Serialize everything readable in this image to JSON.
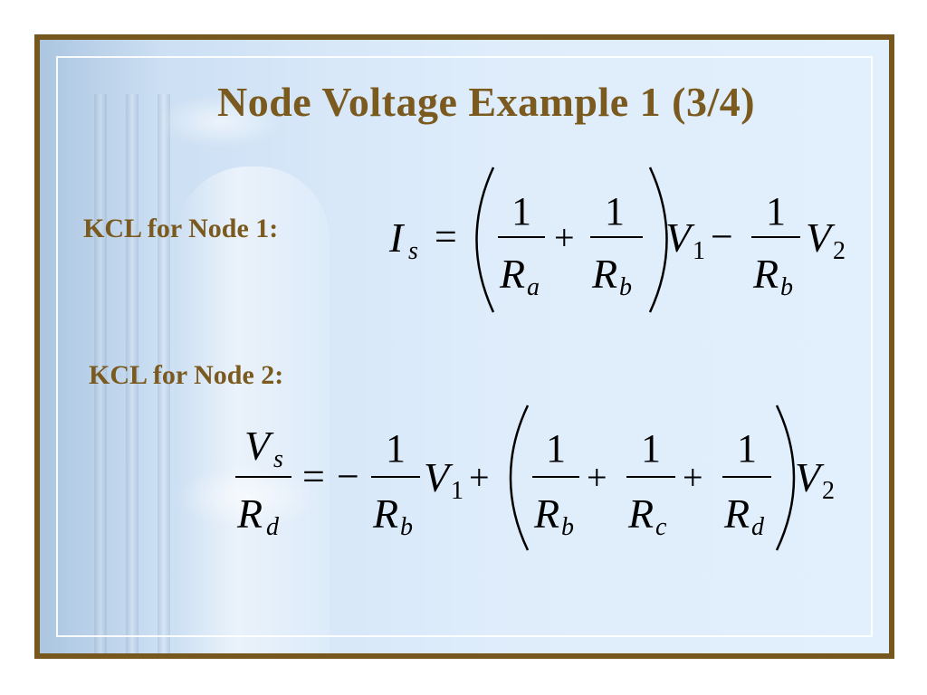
{
  "slide": {
    "title": "Node Voltage Example 1 (3/4)",
    "node1_label": "KCL for Node 1:",
    "node2_label": "KCL for Node 2:"
  },
  "equation1": {
    "lhs_var": "I",
    "lhs_sub": "s",
    "eq": "=",
    "frac1_num": "1",
    "frac1_den": "R",
    "frac1_sub": "a",
    "plus": "+",
    "frac2_num": "1",
    "frac2_den": "R",
    "frac2_sub": "b",
    "v1": "V",
    "v1_sub": "1",
    "minus": "−",
    "frac3_num": "1",
    "frac3_den": "R",
    "frac3_sub": "b",
    "v2": "V",
    "v2_sub": "2"
  },
  "equation2": {
    "lhs_num": "V",
    "lhs_num_sub": "s",
    "lhs_den": "R",
    "lhs_den_sub": "d",
    "eq": "=",
    "neg": "−",
    "frac1_num": "1",
    "frac1_den": "R",
    "frac1_sub": "b",
    "v1": "V",
    "v1_sub": "1",
    "plus1": "+",
    "frac2_num": "1",
    "frac2_den": "R",
    "frac2_sub": "b",
    "plus2": "+",
    "frac3_num": "1",
    "frac3_den": "R",
    "frac3_sub": "c",
    "plus3": "+",
    "frac4_num": "1",
    "frac4_den": "R",
    "frac4_sub": "d",
    "v2": "V",
    "v2_sub": "2"
  },
  "colors": {
    "border": "#76581e",
    "title_text": "#7a5a1e",
    "background": "#dfedfb"
  }
}
